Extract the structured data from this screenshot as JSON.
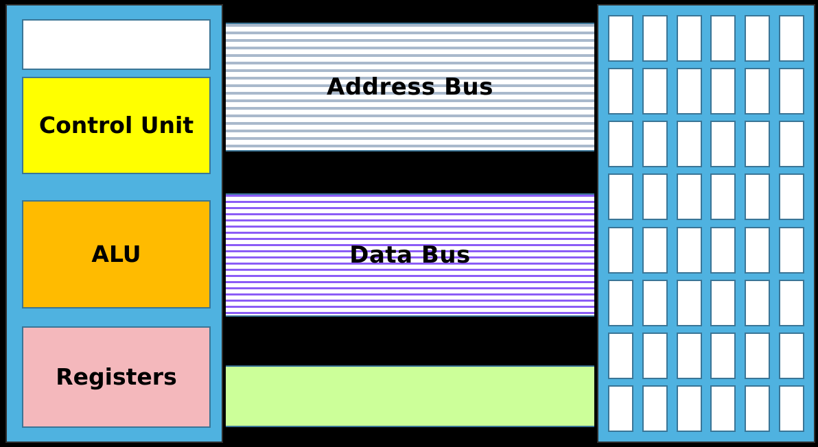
{
  "diagram": {
    "title": "Computer architecture block diagram",
    "background_color": "#000000"
  },
  "cpu": {
    "panel_color": "#4FB2E0",
    "boxes": [
      {
        "name": "blank",
        "label": "",
        "color": "#FFFFFF"
      },
      {
        "name": "control-unit",
        "label": "Control Unit",
        "color": "#FFFF00"
      },
      {
        "name": "alu",
        "label": "ALU",
        "color": "#FFBB00"
      },
      {
        "name": "registers",
        "label": "Registers",
        "color": "#F4B8BC"
      }
    ]
  },
  "buses": [
    {
      "name": "address-bus",
      "label": "Address Bus",
      "stripe_color": "#A9B9CC",
      "background_color": "#FFFFFF"
    },
    {
      "name": "data-bus",
      "label": "Data Bus",
      "stripe_color": "#8B5CF6",
      "background_color": "#FFFFFF"
    },
    {
      "name": "control-bus",
      "label": "",
      "stripe_color": "#CCFF99",
      "background_color": "#CCFF99"
    }
  ],
  "memory": {
    "panel_color": "#4FB2E0",
    "cell_color": "#FFFFFF",
    "cell_border_color": "#3A7596",
    "rows": 8,
    "columns": 6
  }
}
